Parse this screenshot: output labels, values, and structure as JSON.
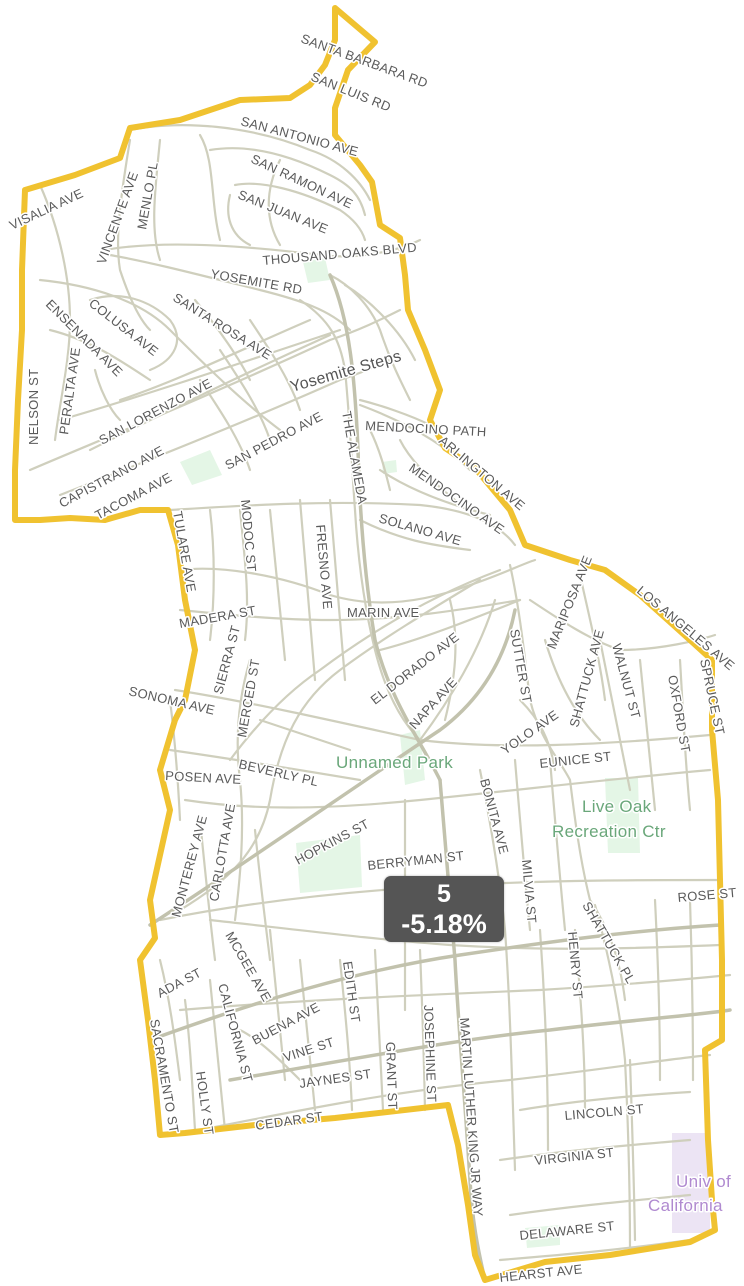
{
  "district_badge": {
    "district": "5",
    "change": "-5.18%"
  },
  "colors": {
    "boundary": "#f0c230",
    "street": "#c9c9b6",
    "park": "#e4f6e6",
    "campus": "#ece4f4"
  },
  "streets": {
    "santa_barbara_rd": "SANTA BARBARA RD",
    "san_luis_rd": "SAN LUIS RD",
    "san_antonio_ave": "SAN ANTONIO AVE",
    "san_ramon_ave": "SAN RAMON AVE",
    "san_juan_ave": "SAN JUAN AVE",
    "thousand_oaks_blvd": "THOUSAND OAKS BLVD",
    "yosemite_rd": "YOSEMITE RD",
    "visalia_ave": "VISALIA AVE",
    "vincente_ave": "VINCENTE AVE",
    "menlo_pl": "MENLO PL",
    "colusa_ave": "COLUSA AVE",
    "ensenada_ave": "ENSENADA AVE",
    "santa_rosa_ave": "SANTA ROSA AVE",
    "yosemite_steps": "Yosemite Steps",
    "peralta_ave": "PERALTA AVE",
    "nelson_st": "NELSON ST",
    "san_lorenzo_ave": "SAN LORENZO AVE",
    "capistrano_ave": "CAPISTRANO AVE",
    "tacoma_ave": "TACOMA AVE",
    "san_pedro_ave": "SAN PEDRO AVE",
    "the_alameda": "THE ALAMEDA",
    "mendocino_path": "MENDOCINO PATH",
    "arlington_ave": "ARLINGTON AVE",
    "mendocino_ave": "MENDOCINO AVE",
    "solano_ave": "SOLANO AVE",
    "tulare_ave": "TULARE AVE",
    "modoc_st": "MODOC ST",
    "fresno_ave": "FRESNO AVE",
    "madera_st": "MADERA ST",
    "marin_ave": "MARIN AVE",
    "mariposa_ave": "MARIPOSA AVE",
    "los_angeles_ave": "LOS ANGELES AVE",
    "spruce_st": "SPRUCE ST",
    "sierra_st": "SIERRA ST",
    "el_dorado_ave": "EL DORADO AVE",
    "sutter_st": "SUTTER ST",
    "shattuck_ave": "SHATTUCK AVE",
    "walnut_st": "WALNUT ST",
    "oxford_st": "OXFORD ST",
    "merced_st": "MERCED ST",
    "sonoma_ave": "SONOMA AVE",
    "napa_ave": "NAPA AVE",
    "yolo_ave": "YOLO AVE",
    "eunice_st": "EUNICE ST",
    "beverly_pl": "BEVERLY PL",
    "posen_ave": "POSEN AVE",
    "bonita_ave": "BONITA AVE",
    "hopkins_st": "HOPKINS ST",
    "monterey_ave": "MONTEREY AVE",
    "carlotta_ave": "CARLOTTA AVE",
    "berryman_st": "BERRYMAN ST",
    "milvia_st": "MILVIA ST",
    "rose_st": "ROSE ST",
    "shattuck_pl": "SHATTUCK PL",
    "henry_st": "HENRY ST",
    "ada_st": "ADA ST",
    "mcgee_ave": "MCGEE AVE",
    "edith_st": "EDITH ST",
    "california_st": "CALIFORNIA ST",
    "buena_ave": "BUENA AVE",
    "vine_st": "VINE ST",
    "sacramento_st": "SACRAMENTO ST",
    "holly_st": "HOLLY ST",
    "jaynes_st": "JAYNES ST",
    "grant_st": "GRANT ST",
    "josephine_st": "JOSEPHINE ST",
    "martin_luther_king_jr_way": "MARTIN LUTHER KING JR WAY",
    "cedar_st": "CEDAR ST",
    "lincoln_st": "LINCOLN ST",
    "virginia_st": "VIRGINIA ST",
    "delaware_st": "DELAWARE ST",
    "hearst_ave": "HEARST AVE"
  },
  "places": {
    "unnamed_park": "Unnamed Park",
    "live_oak_line1": "Live Oak",
    "live_oak_line2": "Recreation Ctr",
    "univ_line1": "Univ of",
    "univ_line2": "California"
  }
}
